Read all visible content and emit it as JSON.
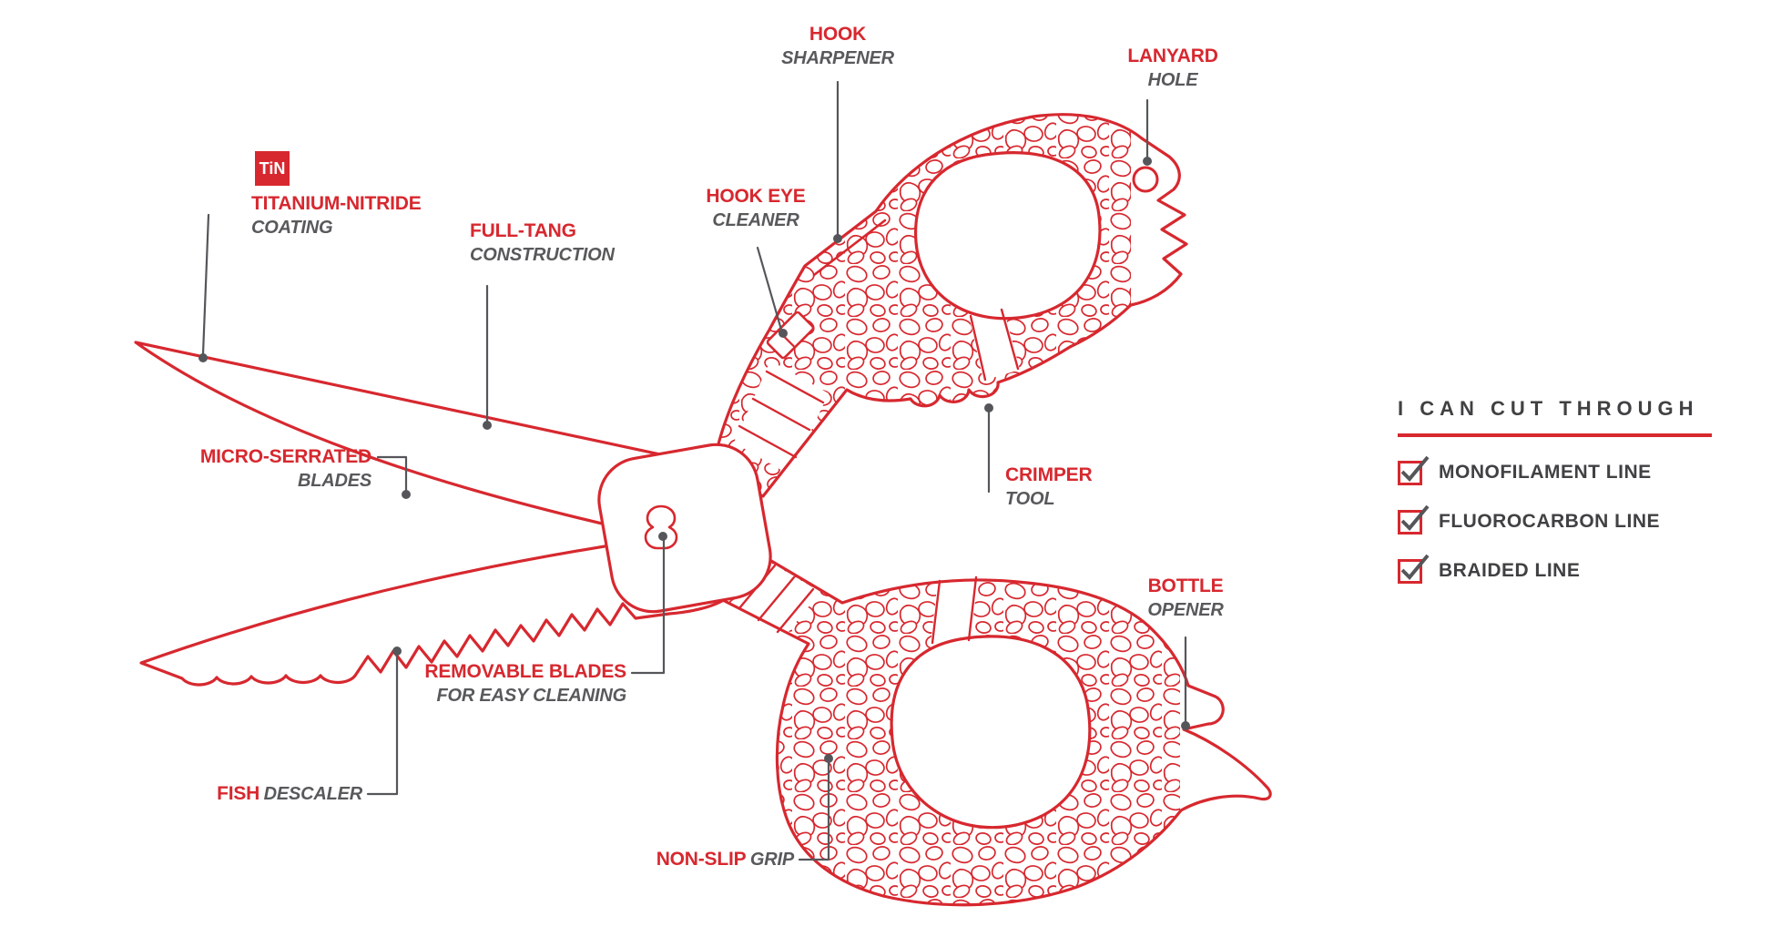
{
  "colors": {
    "red": "#d7282f",
    "gray": "#58595b",
    "dark": "#414042"
  },
  "badge": {
    "text": "TiN"
  },
  "callouts": [
    {
      "id": "titanium-nitride",
      "title": "TITANIUM-NITRIDE",
      "subtitle": "COATING"
    },
    {
      "id": "full-tang",
      "title": "FULL-TANG",
      "subtitle": "CONSTRUCTION"
    },
    {
      "id": "hook-sharpener",
      "title": "HOOK",
      "subtitle": "SHARPENER"
    },
    {
      "id": "hook-eye-cleaner",
      "title": "HOOK EYE",
      "subtitle": "CLEANER"
    },
    {
      "id": "lanyard-hole",
      "title": "LANYARD",
      "subtitle": "HOLE"
    },
    {
      "id": "crimper-tool",
      "title": "CRIMPER",
      "subtitle": "TOOL"
    },
    {
      "id": "micro-serrated",
      "title": "MICRO-SERRATED",
      "subtitle": "BLADES"
    },
    {
      "id": "removable-blades",
      "title": "REMOVABLE BLADES",
      "subtitle": "FOR EASY CLEANING"
    },
    {
      "id": "fish-descaler",
      "title": "FISH",
      "subtitle": "DESCALER"
    },
    {
      "id": "non-slip-grip",
      "title": "NON-SLIP",
      "subtitle": "GRIP"
    },
    {
      "id": "bottle-opener",
      "title": "BOTTLE",
      "subtitle": "OPENER"
    }
  ],
  "checklist": {
    "heading": "I CAN CUT THROUGH",
    "items": [
      "MONOFILAMENT LINE",
      "FLUOROCARBON LINE",
      "BRAIDED LINE"
    ]
  }
}
